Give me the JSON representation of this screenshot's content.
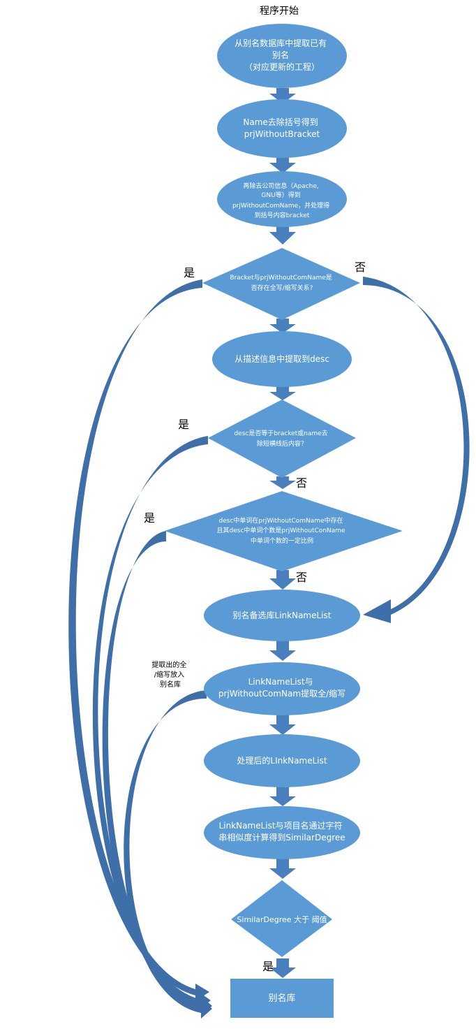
{
  "title": "程序开始",
  "nodes": {
    "n1": [
      "从别名数据库中提取已有",
      "别名",
      "（对应更新的工程）"
    ],
    "n2": [
      "Name去除括号得到",
      "prjWithoutBracket"
    ],
    "n3": [
      "再除去公司信息（Apache,",
      "GNU等）得到",
      "prjWithoutComName，并处理得",
      "到括号内容bracket"
    ],
    "d1": [
      "Bracket与prjWithoutComName是",
      "否存在全写/缩写关系?"
    ],
    "n4": [
      "从描述信息中提取到desc"
    ],
    "d2": [
      "desc是否等于bracket或name去",
      "除短横线后内容？"
    ],
    "d3": [
      "desc中单词在prjWithoutComName中存在",
      "且其desc中单词个数是prjWithoutConName",
      "中单词个数的一定比例"
    ],
    "n5": [
      "别名备选库LinkNameList"
    ],
    "n6": [
      "LinkNameList与",
      "prjWithoutComNam提取全/缩写"
    ],
    "n7": [
      "处理后的LInkNameList"
    ],
    "n8": [
      "LinkNameList与项目名通过字符",
      "串相似度计算得到SimilarDegree"
    ],
    "d4": [
      "SimilarDegree 大于 阈值"
    ],
    "end": [
      "别名库"
    ]
  },
  "labels": {
    "yes1": "是",
    "no1": "否",
    "yes2": "是",
    "no2": "否",
    "yes3": "是",
    "no3": "否",
    "extract_note": [
      "提取出的全",
      "/缩写放入",
      "别名库"
    ],
    "yes4": "是"
  },
  "colors": {
    "fill": "#5b9bd5",
    "arrow": "#4a7fbd",
    "curve": "#3f6fa8",
    "node_text": "#ffffff",
    "label_text": "#000000"
  }
}
